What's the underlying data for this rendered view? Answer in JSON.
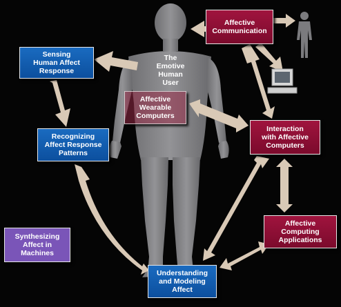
{
  "figure_label": "The\nEmotive\nHuman\nUser",
  "nodes": {
    "sensing": "Sensing\nHuman Affect\nResponse",
    "recognizing": "Recognizing\nAffect Response\nPatterns",
    "synthesizing": "Synthesizing\nAffect in\nMachines",
    "understanding": "Understanding\nand Modeling\nAffect",
    "applications": "Affective\nComputing\nApplications",
    "interaction": "Interaction\nwith Affective\nComputers",
    "communication": "Affective\nCommunication",
    "wearable": "Affective\nWearable\nComputers"
  },
  "icons": [
    "human-silhouette-icon",
    "small-person-icon",
    "computer-icon"
  ],
  "colors": {
    "background": "#050505",
    "blue_box": "#0c5aab",
    "red_box": "#8c0f35",
    "violet_box": "#7a55b8",
    "arrow": "#d9c9b6",
    "figure": "#8a8a8c"
  }
}
